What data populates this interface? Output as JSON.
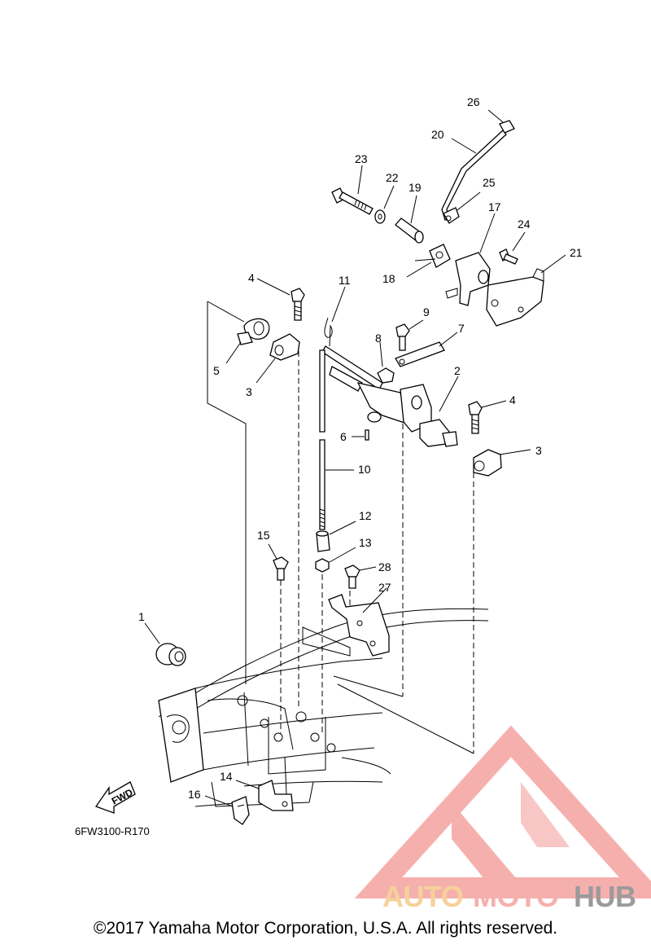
{
  "diagram": {
    "callouts": [
      {
        "id": "c1",
        "label": "1"
      },
      {
        "id": "c2",
        "label": "2"
      },
      {
        "id": "c3a",
        "label": "3"
      },
      {
        "id": "c3b",
        "label": "3"
      },
      {
        "id": "c4a",
        "label": "4"
      },
      {
        "id": "c4b",
        "label": "4"
      },
      {
        "id": "c5",
        "label": "5"
      },
      {
        "id": "c6",
        "label": "6"
      },
      {
        "id": "c7",
        "label": "7"
      },
      {
        "id": "c8",
        "label": "8"
      },
      {
        "id": "c9",
        "label": "9"
      },
      {
        "id": "c10",
        "label": "10"
      },
      {
        "id": "c11",
        "label": "11"
      },
      {
        "id": "c12",
        "label": "12"
      },
      {
        "id": "c13",
        "label": "13"
      },
      {
        "id": "c14",
        "label": "14"
      },
      {
        "id": "c15",
        "label": "15"
      },
      {
        "id": "c16",
        "label": "16"
      },
      {
        "id": "c17",
        "label": "17"
      },
      {
        "id": "c18",
        "label": "18"
      },
      {
        "id": "c19",
        "label": "19"
      },
      {
        "id": "c20",
        "label": "20"
      },
      {
        "id": "c21",
        "label": "21"
      },
      {
        "id": "c22",
        "label": "22"
      },
      {
        "id": "c23",
        "label": "23"
      },
      {
        "id": "c24",
        "label": "24"
      },
      {
        "id": "c25",
        "label": "25"
      },
      {
        "id": "c26",
        "label": "26"
      },
      {
        "id": "c27",
        "label": "27"
      },
      {
        "id": "c28",
        "label": "28"
      }
    ],
    "fwd_label": "FWD",
    "diagram_code": "6FW3100-R170"
  },
  "watermark": {
    "part1": "AUTO",
    "part2": "MOTO",
    "part3": "HUB",
    "colors": {
      "triangle": "#f4a3a0",
      "auto": "#f5c98a",
      "moto": "#f4a3a0",
      "hub": "#8a8a8a"
    }
  },
  "footer": {
    "copyright": "©2017 Yamaha Motor Corporation, U.S.A. All rights reserved."
  }
}
